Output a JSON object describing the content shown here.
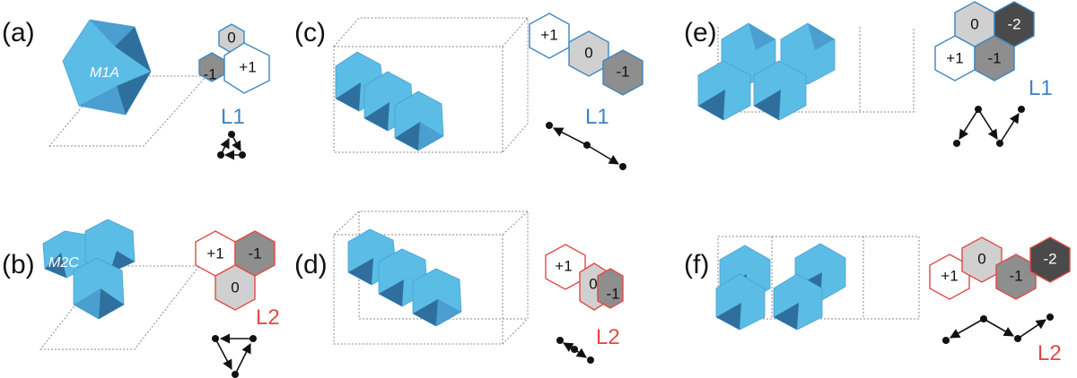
{
  "colors": {
    "l1": "#3c86c2",
    "l2": "#e04a47",
    "oct_light": "#5bbde6",
    "oct_mid": "#4a9fd0",
    "oct_dark": "#2f6f9e",
    "hex_0": "#d0d0d0",
    "hex_m1": "#8e8e8e",
    "hex_m2": "#4a4a4a",
    "hex_p1": "#ffffff"
  },
  "panels": [
    {
      "id": "a",
      "label": "(a)",
      "site": "M1A",
      "layer": "L1",
      "layer_color": "l1"
    },
    {
      "id": "b",
      "label": "(b)",
      "site": "M2C",
      "layer": "L2",
      "layer_color": "l2"
    },
    {
      "id": "c",
      "label": "(c)",
      "layer": "L1",
      "layer_color": "l1"
    },
    {
      "id": "d",
      "label": "(d)",
      "layer": "L2",
      "layer_color": "l2"
    },
    {
      "id": "e",
      "label": "(e)",
      "layer": "L1",
      "layer_color": "l1"
    },
    {
      "id": "f",
      "label": "(f)",
      "layer": "L2",
      "layer_color": "l2"
    }
  ],
  "hex_values": {
    "zero": "0",
    "minus_one": "-1",
    "plus_one": "+1",
    "minus_two": "-2"
  }
}
